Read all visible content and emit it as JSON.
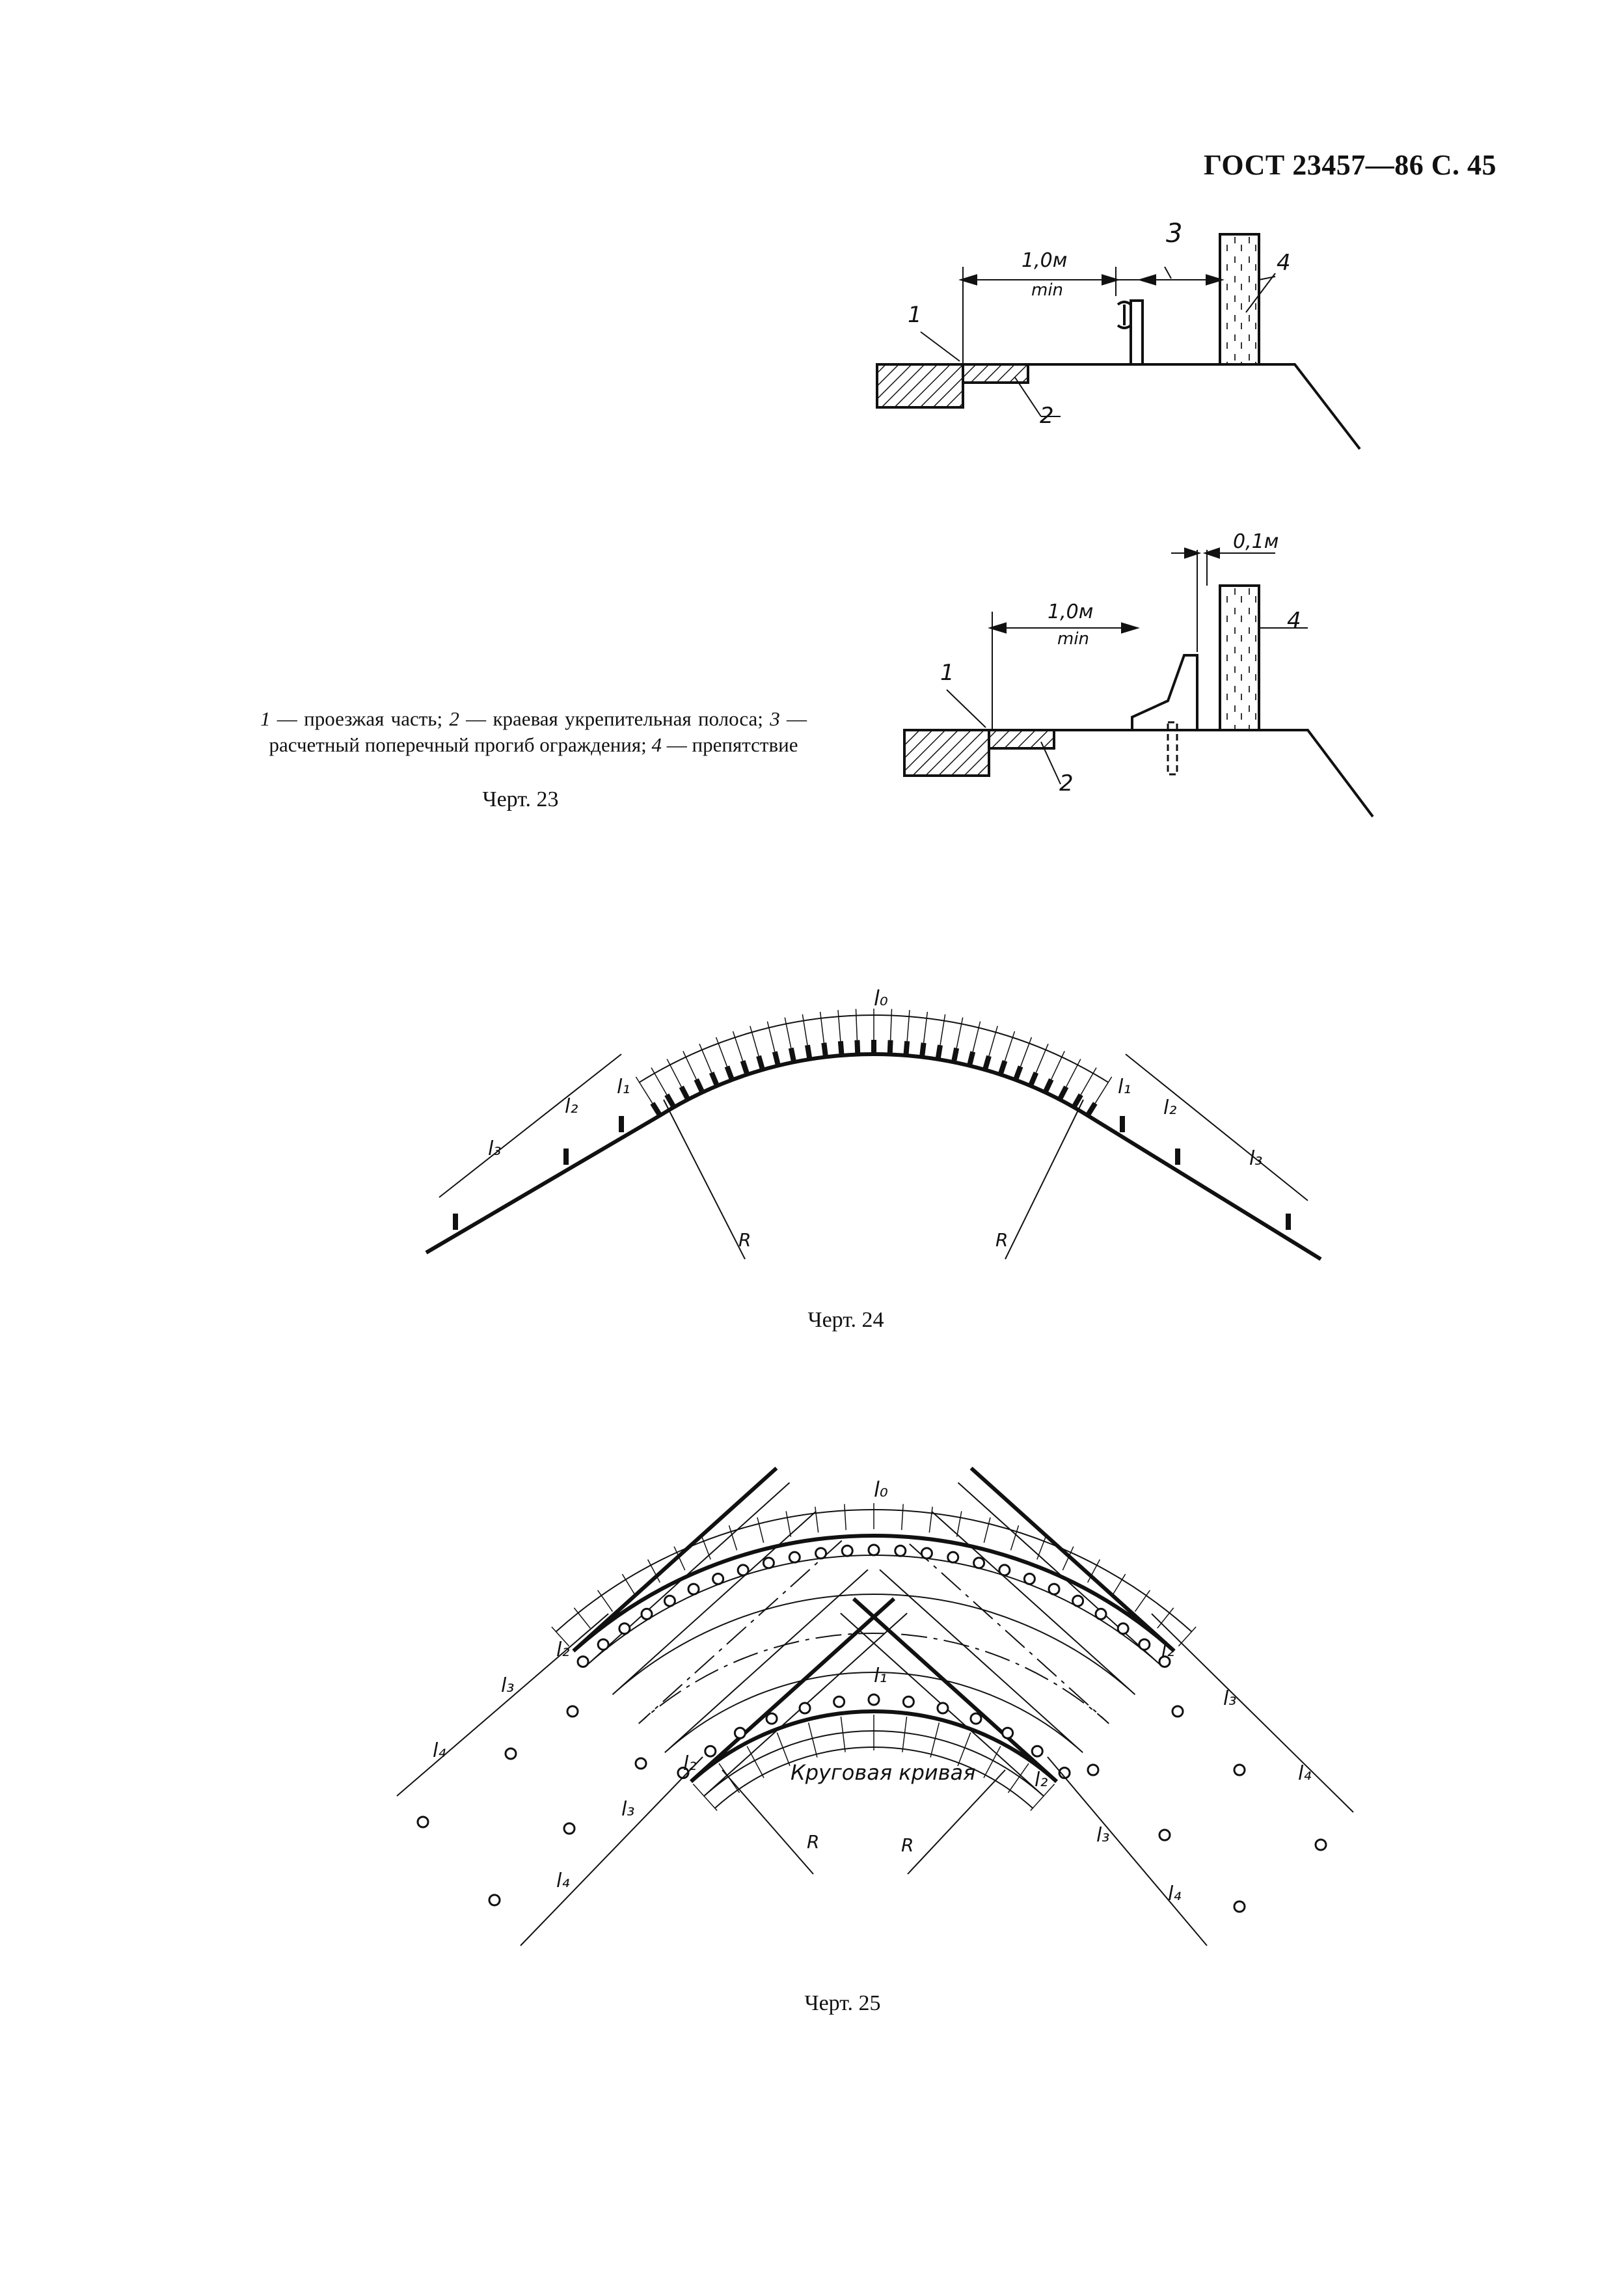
{
  "header": {
    "page_ref": "ГОСТ 23457—86 С. 45"
  },
  "figure23": {
    "legend": {
      "n1": "1",
      "t1": " — проезжая часть; ",
      "n2": "2",
      "t2": " — краевая укрепитель­ная полоса; ",
      "n3": "3",
      "t3": " — расчетный поперечный прогиб ограждения; ",
      "n4": "4",
      "t4": " — препятствие"
    },
    "title": "Черт. 23",
    "top_dim": "1,0м",
    "top_dim_sub": "min",
    "bottom_dim": "1,0м",
    "bottom_dim_sub": "min",
    "gap_dim": "0,1м",
    "labels": [
      "1",
      "2",
      "3",
      "4"
    ]
  },
  "figure24": {
    "title": "Черт. 24",
    "labels": {
      "l0": "l₀",
      "l1": "l₁",
      "l2": "l₂",
      "l3": "l₃",
      "r": "R"
    }
  },
  "figure25": {
    "title": "Черт. 25",
    "curve_label": "Круговая кривая",
    "labels": {
      "l0": "l₀",
      "l1": "l₁",
      "l2": "l₂",
      "l3": "l₃",
      "l4": "l₄",
      "r": "R"
    }
  }
}
